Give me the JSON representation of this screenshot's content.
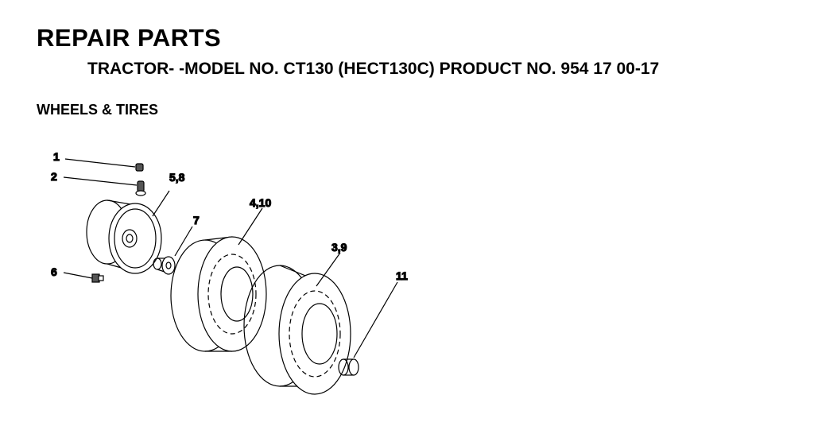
{
  "header": {
    "title": "REPAIR PARTS",
    "subtitle": "TRACTOR- -MODEL NO. CT130 (HECT130C) PRODUCT NO. 954 17 00-17",
    "section": "WHEELS & TIRES"
  },
  "callouts": {
    "c1": "1",
    "c2": "2",
    "c58": "5,8",
    "c7": "7",
    "c410": "4,10",
    "c39": "3,9",
    "c6": "6",
    "c11": "11"
  }
}
